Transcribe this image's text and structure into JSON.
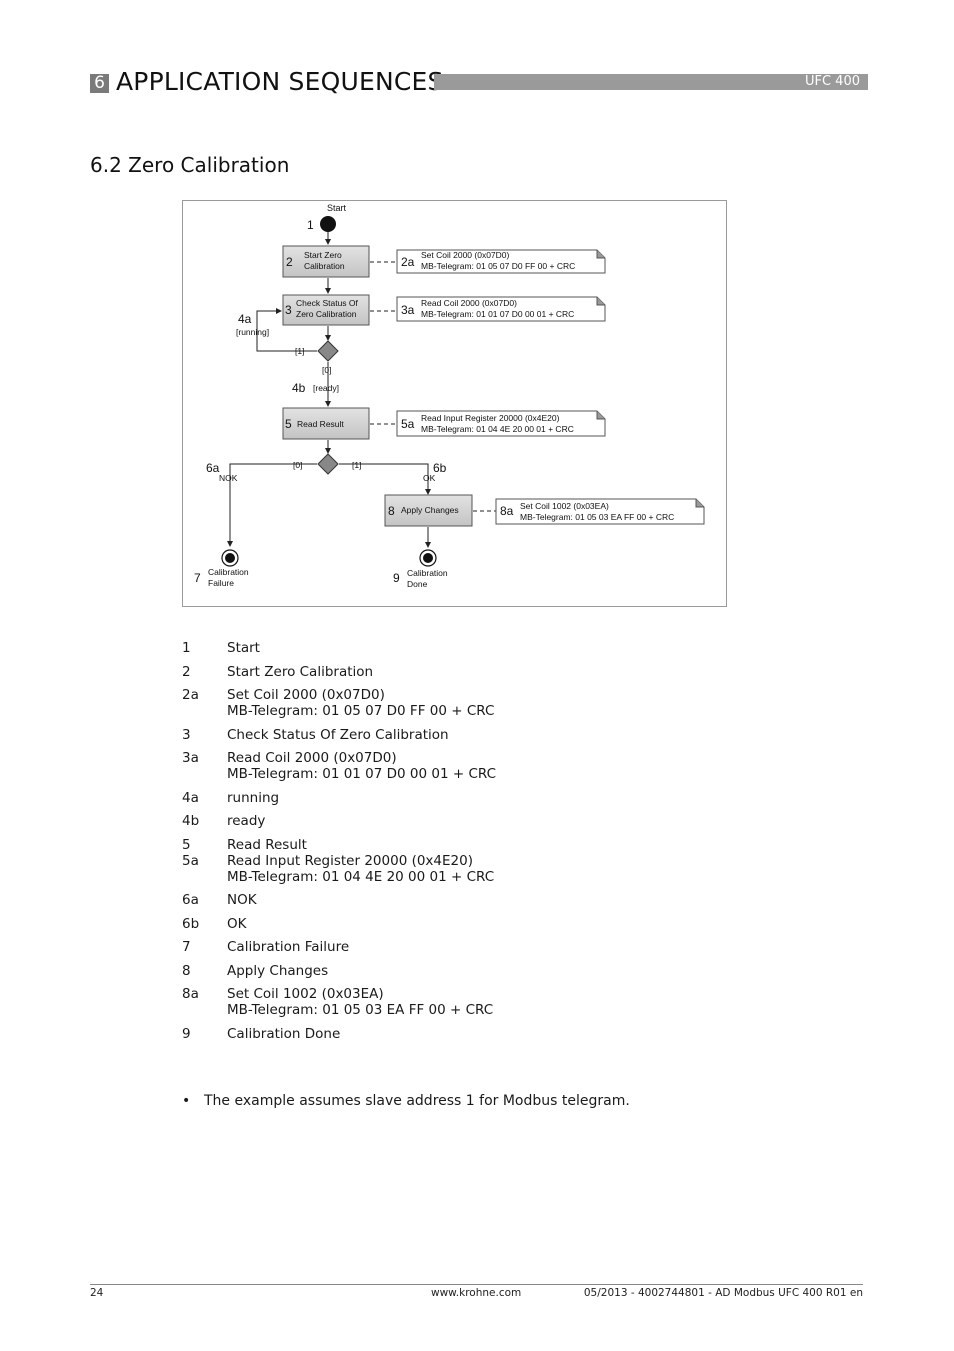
{
  "header": {
    "chapter_number": "6",
    "chapter_title": "APPLICATION SEQUENCES",
    "product": "UFC 400"
  },
  "section": {
    "title": "6.2  Zero Calibration"
  },
  "diagram": {
    "start_label": "Start",
    "start_num": "1",
    "n2": {
      "num": "2",
      "line1": "Start Zero",
      "line2": "Calibration"
    },
    "n2a": {
      "num": "2a",
      "line1": "Set Coil 2000 (0x07D0)",
      "line2": "MB-Telegram: 01 05 07 D0 FF 00 + CRC"
    },
    "n3": {
      "num": "3",
      "line1": "Check Status Of",
      "line2": "Zero Calibration"
    },
    "n3a": {
      "num": "3a",
      "line1": "Read Coil 2000 (0x07D0)",
      "line2": "MB-Telegram: 01 01 07 D0 00 01 + CRC"
    },
    "n4a": {
      "num": "4a",
      "guard": "[running]",
      "branch": "[1]"
    },
    "n4b": {
      "num": "4b",
      "guard": "[ready]",
      "branch": "[0]"
    },
    "n5": {
      "num": "5",
      "line1": "Read Result"
    },
    "n5a": {
      "num": "5a",
      "line1": "Read Input Register 20000 (0x4E20)",
      "line2": "MB-Telegram: 01 04 4E 20 00 01 + CRC"
    },
    "n6a": {
      "num": "6a",
      "branch": "[0]",
      "label": "NOK"
    },
    "n6b": {
      "num": "6b",
      "branch": "[1]",
      "label": "OK"
    },
    "n7": {
      "num": "7",
      "line1": "Calibration",
      "line2": "Failure"
    },
    "n8": {
      "num": "8",
      "line1": "Apply Changes"
    },
    "n8a": {
      "num": "8a",
      "line1": "Set Coil 1002 (0x03EA)",
      "line2": "MB-Telegram: 01 05 03 EA FF 00 + CRC"
    },
    "n9": {
      "num": "9",
      "line1": "Calibration",
      "line2": "Done"
    }
  },
  "legend": [
    {
      "num": "1",
      "lines": [
        "Start"
      ]
    },
    {
      "num": "2",
      "lines": [
        "Start Zero Calibration"
      ]
    },
    {
      "num": "2a",
      "lines": [
        "Set Coil 2000 (0x07D0)",
        "MB-Telegram: 01 05 07 D0 FF 00 + CRC"
      ]
    },
    {
      "num": "3",
      "lines": [
        "Check Status Of Zero Calibration"
      ]
    },
    {
      "num": "3a",
      "lines": [
        "Read Coil 2000 (0x07D0)",
        "MB-Telegram: 01 01 07 D0 00 01 + CRC"
      ]
    },
    {
      "num": "4a",
      "lines": [
        "running"
      ]
    },
    {
      "num": "4b",
      "lines": [
        "ready"
      ]
    },
    {
      "num": "5",
      "lines": [
        "Read Result"
      ]
    },
    {
      "num": "5a",
      "lines": [
        "Read Input Register 20000 (0x4E20)",
        "MB-Telegram: 01 04 4E 20 00 01 + CRC"
      ]
    },
    {
      "num": "6a",
      "lines": [
        "NOK"
      ]
    },
    {
      "num": "6b",
      "lines": [
        "OK"
      ]
    },
    {
      "num": "7",
      "lines": [
        "Calibration Failure"
      ]
    },
    {
      "num": "8",
      "lines": [
        "Apply Changes"
      ]
    },
    {
      "num": "8a",
      "lines": [
        "Set Coil 1002 (0x03EA)",
        "MB-Telegram: 01 05 03 EA FF 00 + CRC"
      ]
    },
    {
      "num": "9",
      "lines": [
        "Calibration Done"
      ]
    }
  ],
  "note": {
    "bullet": "•",
    "text": "The example assumes slave address 1 for Modbus telegram."
  },
  "footer": {
    "page": "24",
    "site": "www.krohne.com",
    "doc": "05/2013 - 4002744801 - AD Modbus UFC 400 R01 en"
  }
}
